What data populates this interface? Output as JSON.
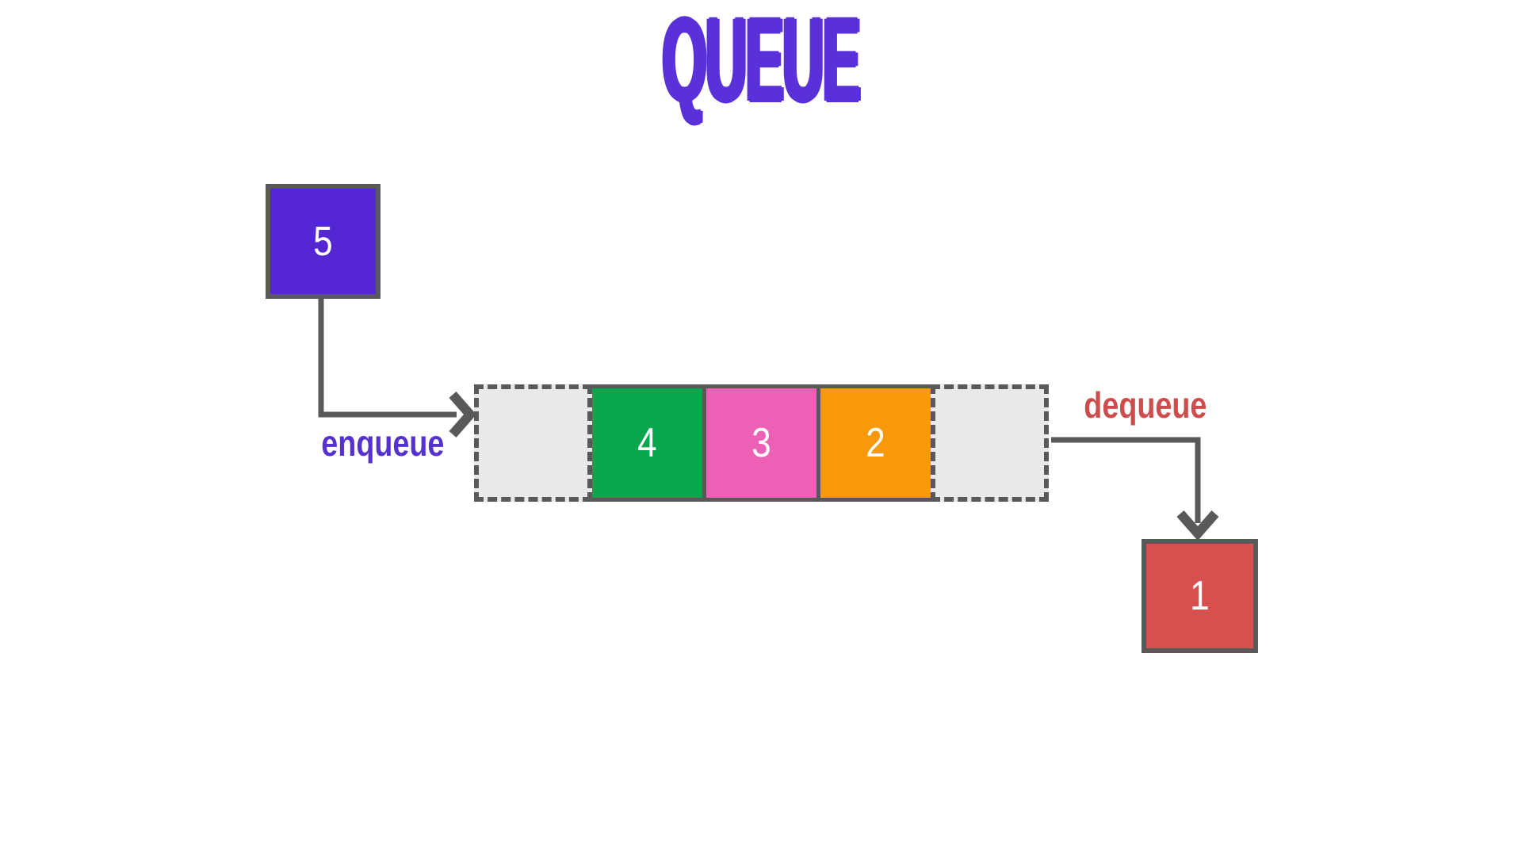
{
  "title": {
    "text": "QUEUE",
    "color": "#5A31D8"
  },
  "enqueue": {
    "label": "enqueue",
    "label_color": "#5532CE",
    "item": {
      "value": "5",
      "fill": "#5527D4"
    }
  },
  "dequeue": {
    "label": "dequeue",
    "label_color": "#CD4C4C",
    "item": {
      "value": "1",
      "fill": "#D5504E"
    }
  },
  "queue": {
    "cells": [
      {
        "name": "rear-empty-slot",
        "type": "empty",
        "value": "",
        "fill": "#E9E9E9"
      },
      {
        "name": "cell-4",
        "type": "filled",
        "value": "4",
        "fill": "#0AA64E"
      },
      {
        "name": "cell-3",
        "type": "filled",
        "value": "3",
        "fill": "#EC61B5"
      },
      {
        "name": "cell-2",
        "type": "filled",
        "value": "2",
        "fill": "#F8980B"
      },
      {
        "name": "front-empty-slot",
        "type": "empty",
        "value": "",
        "fill": "#E9E9E9"
      }
    ]
  },
  "style": {
    "outline": "#595959",
    "background": "#FFFFFF",
    "value_text": "#FFFFFF"
  }
}
